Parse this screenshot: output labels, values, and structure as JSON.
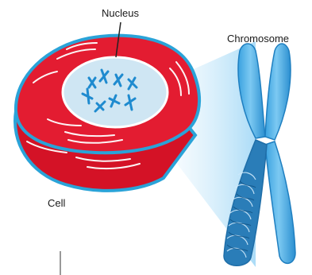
{
  "labels": {
    "nucleus": "Nucleus",
    "chromosome": "Chromosome",
    "cell": "Cell"
  },
  "colors": {
    "cell_membrane": "#2aa3d8",
    "cytoplasm": "#e0182d",
    "cytoplasm_dark": "#b50f22",
    "nucleus_fill": "#cfe6f3",
    "chromosome_light": "#5bb8ea",
    "chromosome_dark": "#1f7fc0",
    "zoom_beam": "#bfe2f7"
  }
}
